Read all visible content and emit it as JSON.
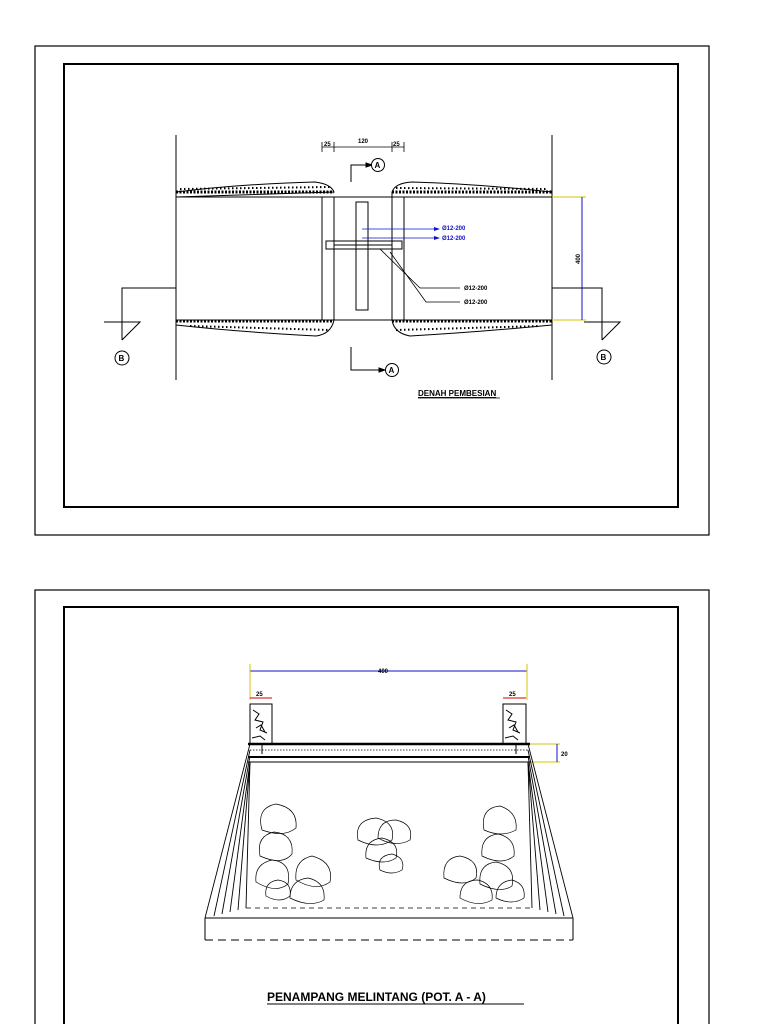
{
  "drawing_1": {
    "title": "DENAH PEMBESIAN",
    "dim_top_left": "25",
    "dim_top_mid": "120",
    "dim_top_right": "25",
    "dim_height": "400",
    "rebar_labels": [
      "Ø12-200",
      "Ø12-200",
      "Ø12-200",
      "Ø12-200"
    ],
    "section_mark_top": "A",
    "section_mark_bottom": "A",
    "section_mark_left": "B",
    "section_mark_right": "B"
  },
  "drawing_2": {
    "title": "PENAMPANG MELINTANG (POT. A - A)",
    "dim_width": "400",
    "dim_wall_left": "25",
    "dim_wall_right": "25",
    "dim_slab": "20"
  },
  "colors": {
    "line": "#000000",
    "dimension_blue": "#1010c8",
    "dimension_yellow": "#d4c400",
    "dimension_red": "#d00000"
  }
}
